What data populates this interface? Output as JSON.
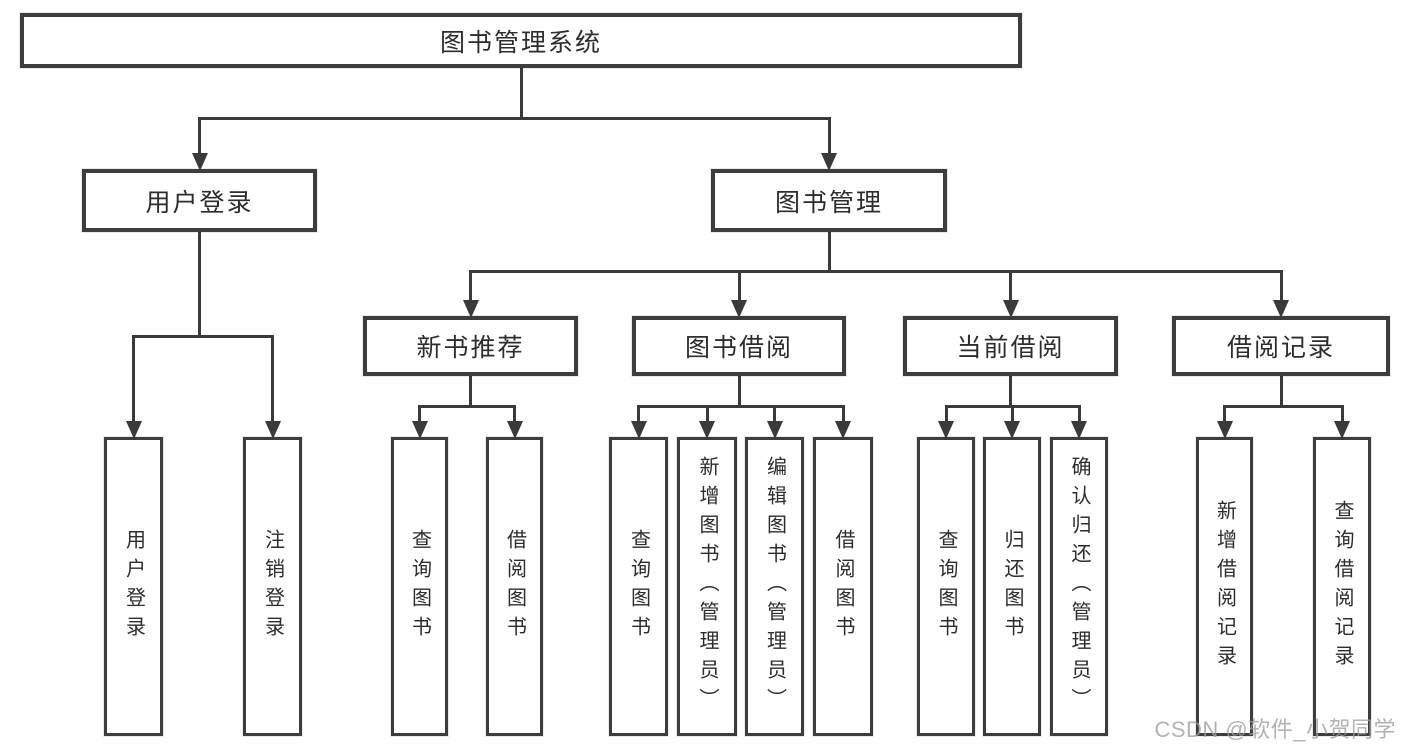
{
  "diagram": {
    "title": "图书管理系统",
    "root": {
      "label": "图书管理系统"
    },
    "nodes": {
      "user_login": {
        "label": "用户登录"
      },
      "book_mgmt": {
        "label": "图书管理"
      },
      "new_rec": {
        "label": "新书推荐"
      },
      "book_borrow": {
        "label": "图书借阅"
      },
      "current_borrow": {
        "label": "当前借阅"
      },
      "borrow_records": {
        "label": "借阅记录"
      },
      "leaf_user_login": {
        "label": "用户登录"
      },
      "leaf_logout": {
        "label": "注销登录"
      },
      "nr_query": {
        "label": "查询图书"
      },
      "nr_borrow": {
        "label": "借阅图书"
      },
      "bb_query": {
        "label": "查询图书"
      },
      "bb_add": {
        "label": "新增图书（管理员）"
      },
      "bb_edit": {
        "label": "编辑图书（管理员）"
      },
      "bb_borrow": {
        "label": "借阅图书"
      },
      "cb_query": {
        "label": "查询图书"
      },
      "cb_return": {
        "label": "归还图书"
      },
      "cb_confirm": {
        "label": "确认归还（管理员）"
      },
      "br_add": {
        "label": "新增借阅记录"
      },
      "br_query": {
        "label": "查询借阅记录"
      }
    },
    "edges": [
      {
        "from": "root",
        "to": [
          "user_login",
          "book_mgmt"
        ]
      },
      {
        "from": "user_login",
        "to": [
          "leaf_user_login",
          "leaf_logout"
        ]
      },
      {
        "from": "book_mgmt",
        "to": [
          "new_rec",
          "book_borrow",
          "current_borrow",
          "borrow_records"
        ]
      },
      {
        "from": "new_rec",
        "to": [
          "nr_query",
          "nr_borrow"
        ]
      },
      {
        "from": "book_borrow",
        "to": [
          "bb_query",
          "bb_add",
          "bb_edit",
          "bb_borrow"
        ]
      },
      {
        "from": "current_borrow",
        "to": [
          "cb_query",
          "cb_return",
          "cb_confirm"
        ]
      },
      {
        "from": "borrow_records",
        "to": [
          "br_add",
          "br_query"
        ]
      }
    ],
    "watermark": "CSDN @软件_小贺同学",
    "colors": {
      "line": "#3a3a3a",
      "border": "#3d3d3d",
      "background": "#ffffff",
      "watermark": "#9e9e9e"
    }
  }
}
